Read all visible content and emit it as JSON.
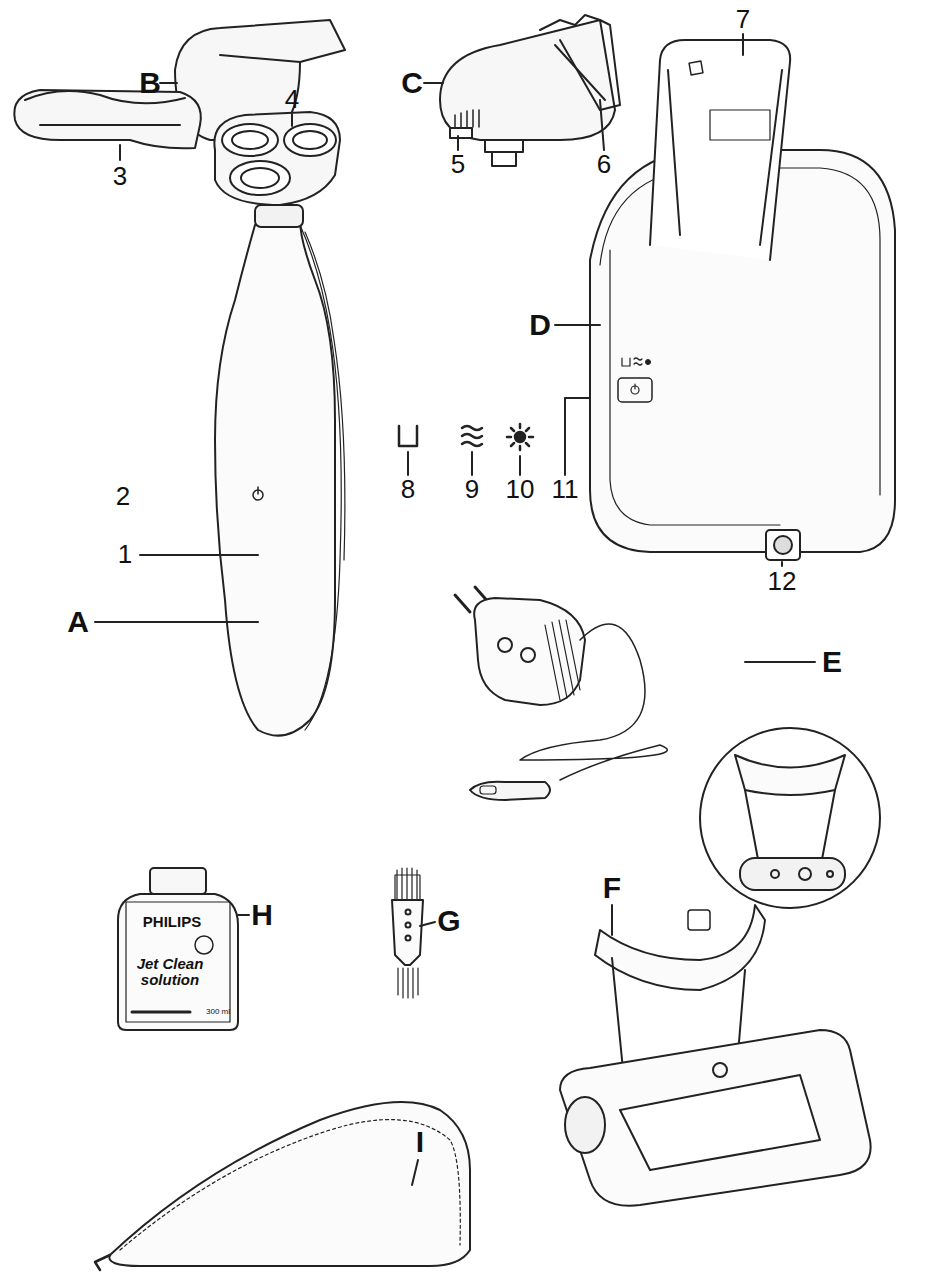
{
  "diagram": {
    "labels": [
      "B",
      "C",
      "4",
      "7",
      "5",
      "6",
      "3",
      "D",
      "8",
      "9",
      "10",
      "11",
      "2",
      "1",
      "A",
      "12",
      "E",
      "PHILIPS",
      "Jet Clean solution",
      "H",
      "G",
      "F",
      "300 ml",
      "I"
    ]
  }
}
